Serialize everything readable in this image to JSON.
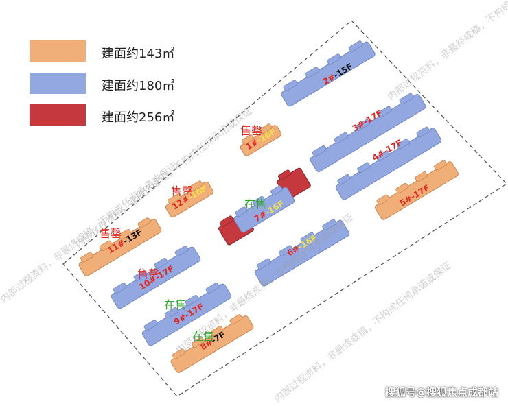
{
  "legend": [
    {
      "label": "建面约143㎡",
      "color": "#f0ae79"
    },
    {
      "label": "建面约180㎡",
      "color": "#93a8e0"
    },
    {
      "label": "建面约256㎡",
      "color": "#c5383d"
    }
  ],
  "buildings": [
    {
      "id": "b2",
      "num": "2#",
      "floors": "-15F",
      "type": "180"
    },
    {
      "id": "b3",
      "num": "3#",
      "floors": "-17F",
      "type": "180"
    },
    {
      "id": "b4",
      "num": "4#",
      "floors": "-17F",
      "type": "180"
    },
    {
      "id": "b5",
      "num": "5#",
      "floors": "-17F",
      "type": "143"
    },
    {
      "id": "b1",
      "num": "1#",
      "floors": "-16F",
      "type": "143"
    },
    {
      "id": "b7",
      "num": "7#",
      "floors": "-16F",
      "type": "180"
    },
    {
      "id": "b6",
      "num": "6#",
      "floors": "-16F",
      "type": "180"
    },
    {
      "id": "b12",
      "num": "12#",
      "floors": "-16F",
      "type": "143"
    },
    {
      "id": "b11",
      "num": "11#",
      "floors": "-13F",
      "type": "143"
    },
    {
      "id": "b10",
      "num": "10#",
      "floors": "-17F",
      "type": "180"
    },
    {
      "id": "b9",
      "num": "9#",
      "floors": "-17F",
      "type": "180"
    },
    {
      "id": "b8",
      "num": "8#",
      "floors": "-7F",
      "type": "143"
    }
  ],
  "statuses": {
    "b1": "售罄",
    "b12": "售罄",
    "b11": "售罄",
    "b10": "售罄",
    "b7": "在售",
    "b9": "在售",
    "b8": "在售"
  },
  "status_colors": {
    "sold_out": "#e0271f",
    "on_sale": "#2aa82a"
  },
  "watermark_text": "内部过程资料，非最终成稿，不构成任何承诺或保证",
  "credit": "搜狐号@搜狐焦点成都站"
}
